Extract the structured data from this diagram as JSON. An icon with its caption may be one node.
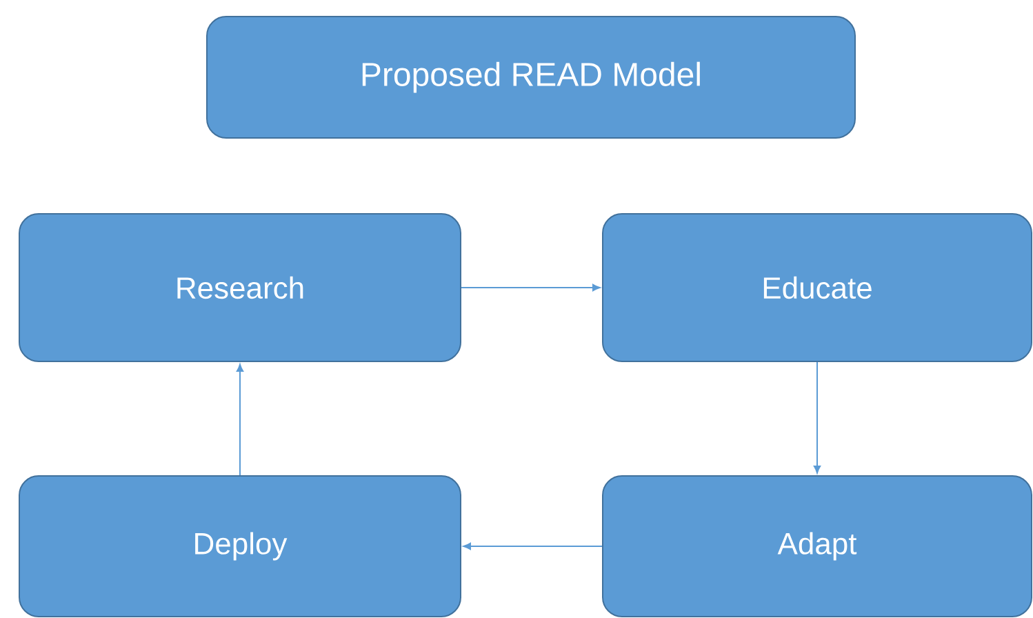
{
  "diagram": {
    "nodes": [
      {
        "text": [
          "Proposed READ Model"
        ]
      },
      {
        "text": [
          "Research"
        ]
      },
      {
        "text": [
          "Educate"
        ]
      },
      {
        "text": [
          "Deploy"
        ]
      },
      {
        "text": [
          "Adapt"
        ]
      }
    ],
    "edges": [
      {
        "from": 1,
        "to": 2,
        "arrow": "to"
      },
      {
        "from": 2,
        "to": 4,
        "arrow": "to"
      },
      {
        "from": 4,
        "to": 3,
        "arrow": "to"
      },
      {
        "from": 3,
        "to": 1,
        "arrow": "to"
      }
    ]
  }
}
